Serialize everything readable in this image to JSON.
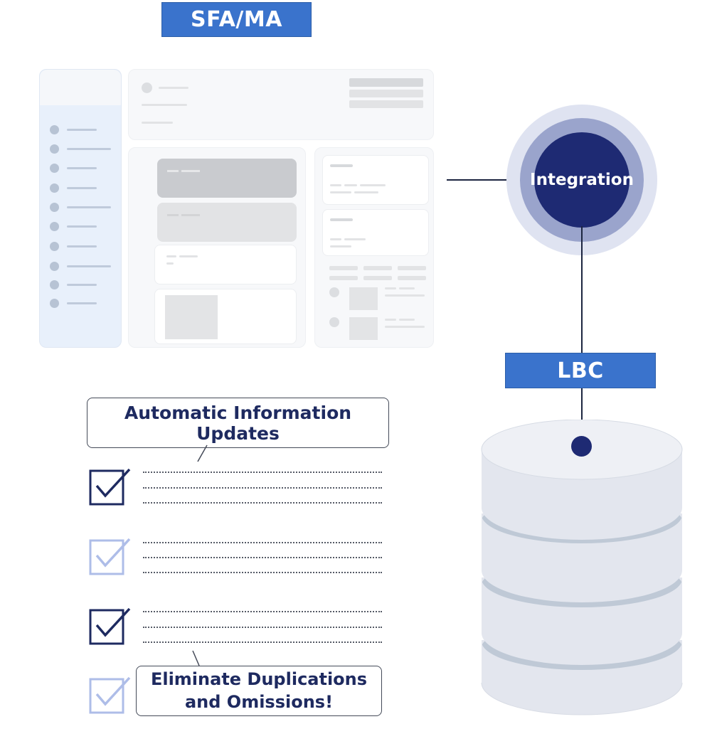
{
  "header": {
    "sfa_label": "SFA/MA"
  },
  "integration": {
    "label": "Integration"
  },
  "lbc": {
    "label": "LBC"
  },
  "callouts": {
    "top": "Automatic Information Updates",
    "bottom_line1": "Eliminate Duplications",
    "bottom_line2": "and Omissions!"
  },
  "colors": {
    "label_blue": "#3a73cc",
    "integration_core": "#1e2a73",
    "checkbox_dark": "#1e2a60",
    "checkbox_light": "#aebde8",
    "database": "#e3e6ee"
  },
  "checklist": [
    {
      "style": "dark"
    },
    {
      "style": "light"
    },
    {
      "style": "dark"
    },
    {
      "style": "light"
    }
  ]
}
